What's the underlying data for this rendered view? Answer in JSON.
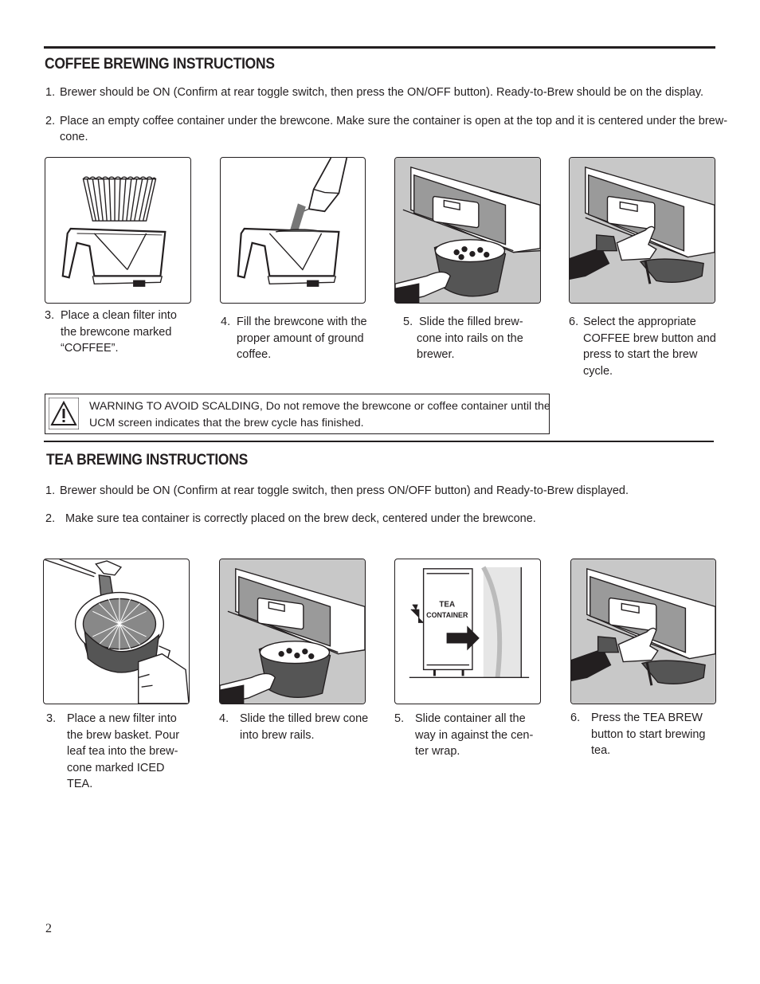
{
  "coffee": {
    "title": "COFFEE BREWING INSTRUCTIONS",
    "steps": [
      {
        "num": "1.",
        "text": "Brewer should be ON (Confirm at rear toggle switch, then press the ON/OFF button). Ready-to-Brew should be on the display."
      },
      {
        "num": "2.",
        "text_line1": "Place an empty coffee container under the brewcone. Make sure the container is open at the top and it is centered under the brew-",
        "text_line2": "cone."
      }
    ],
    "captions": [
      {
        "num": "3.",
        "lines": [
          "Place a clean filter into",
          "the brewcone marked",
          "“COFFEE”."
        ]
      },
      {
        "num": "4.",
        "lines": [
          "Fill the brewcone with the",
          "proper amount of ground",
          "coffee."
        ]
      },
      {
        "num": "5.",
        "lines": [
          "Slide the filled brew-",
          "cone into rails on the",
          "brewer."
        ]
      },
      {
        "num": "6.",
        "lines": [
          "Select the appropriate",
          "COFFEE brew button and",
          "press to start the brew",
          "cycle."
        ]
      }
    ],
    "warning_lines": [
      "WARNING TO AVOID SCALDING, Do not remove the brewcone or coffee container until the",
      "UCM screen indicates that the brew cycle has finished."
    ]
  },
  "tea": {
    "title": "TEA BREWING INSTRUCTIONS",
    "steps": [
      {
        "num": "1.",
        "text": "Brewer should be ON (Confirm at rear toggle switch, then press ON/OFF button) and Ready-to-Brew displayed."
      },
      {
        "num": "2.",
        "text": "Make sure tea container is correctly placed on the brew deck, centered under the brewcone."
      }
    ],
    "container_label_1": "TEA",
    "container_label_2": "CONTAINER",
    "captions": [
      {
        "num": "3.",
        "lines": [
          "Place a new filter into",
          "the brew basket. Pour",
          "leaf tea into the brew-",
          "cone marked ICED",
          "TEA."
        ]
      },
      {
        "num": "4.",
        "lines": [
          "Slide the tilled brew cone",
          "into brew rails."
        ]
      },
      {
        "num": "5.",
        "lines": [
          "Slide container all the",
          "way in against the cen-",
          "ter wrap."
        ]
      },
      {
        "num": "6.",
        "lines": [
          "Press the TEA BREW",
          "button to start brewing",
          "tea."
        ]
      }
    ]
  },
  "page_number": "2"
}
